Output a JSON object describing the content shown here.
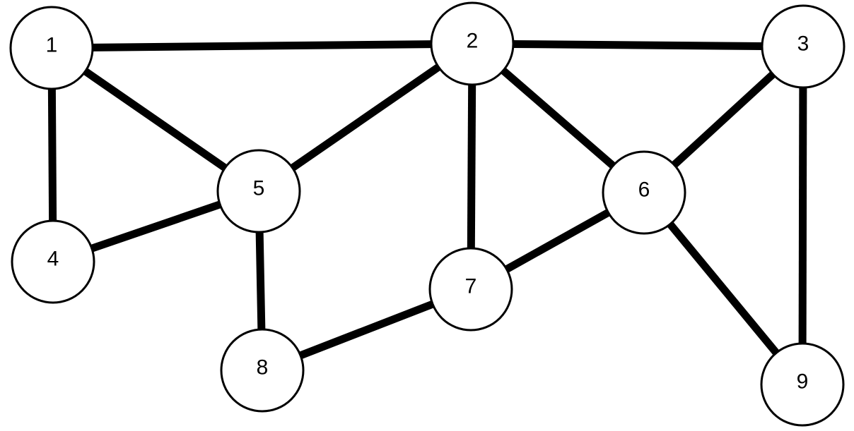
{
  "graph": {
    "nodes": [
      {
        "id": "1",
        "label": "1"
      },
      {
        "id": "2",
        "label": "2"
      },
      {
        "id": "3",
        "label": "3"
      },
      {
        "id": "4",
        "label": "4"
      },
      {
        "id": "5",
        "label": "5"
      },
      {
        "id": "6",
        "label": "6"
      },
      {
        "id": "7",
        "label": "7"
      },
      {
        "id": "8",
        "label": "8"
      },
      {
        "id": "9",
        "label": "9"
      }
    ],
    "edges": [
      {
        "from": "1",
        "to": "2"
      },
      {
        "from": "2",
        "to": "3"
      },
      {
        "from": "1",
        "to": "4"
      },
      {
        "from": "1",
        "to": "5"
      },
      {
        "from": "2",
        "to": "5"
      },
      {
        "from": "4",
        "to": "5"
      },
      {
        "from": "2",
        "to": "7"
      },
      {
        "from": "2",
        "to": "6"
      },
      {
        "from": "3",
        "to": "6"
      },
      {
        "from": "3",
        "to": "9"
      },
      {
        "from": "5",
        "to": "8"
      },
      {
        "from": "6",
        "to": "7"
      },
      {
        "from": "6",
        "to": "9"
      },
      {
        "from": "7",
        "to": "8"
      }
    ],
    "colors": {
      "stroke": "#000000",
      "node_fill": "#ffffff",
      "label": "#000000"
    }
  }
}
